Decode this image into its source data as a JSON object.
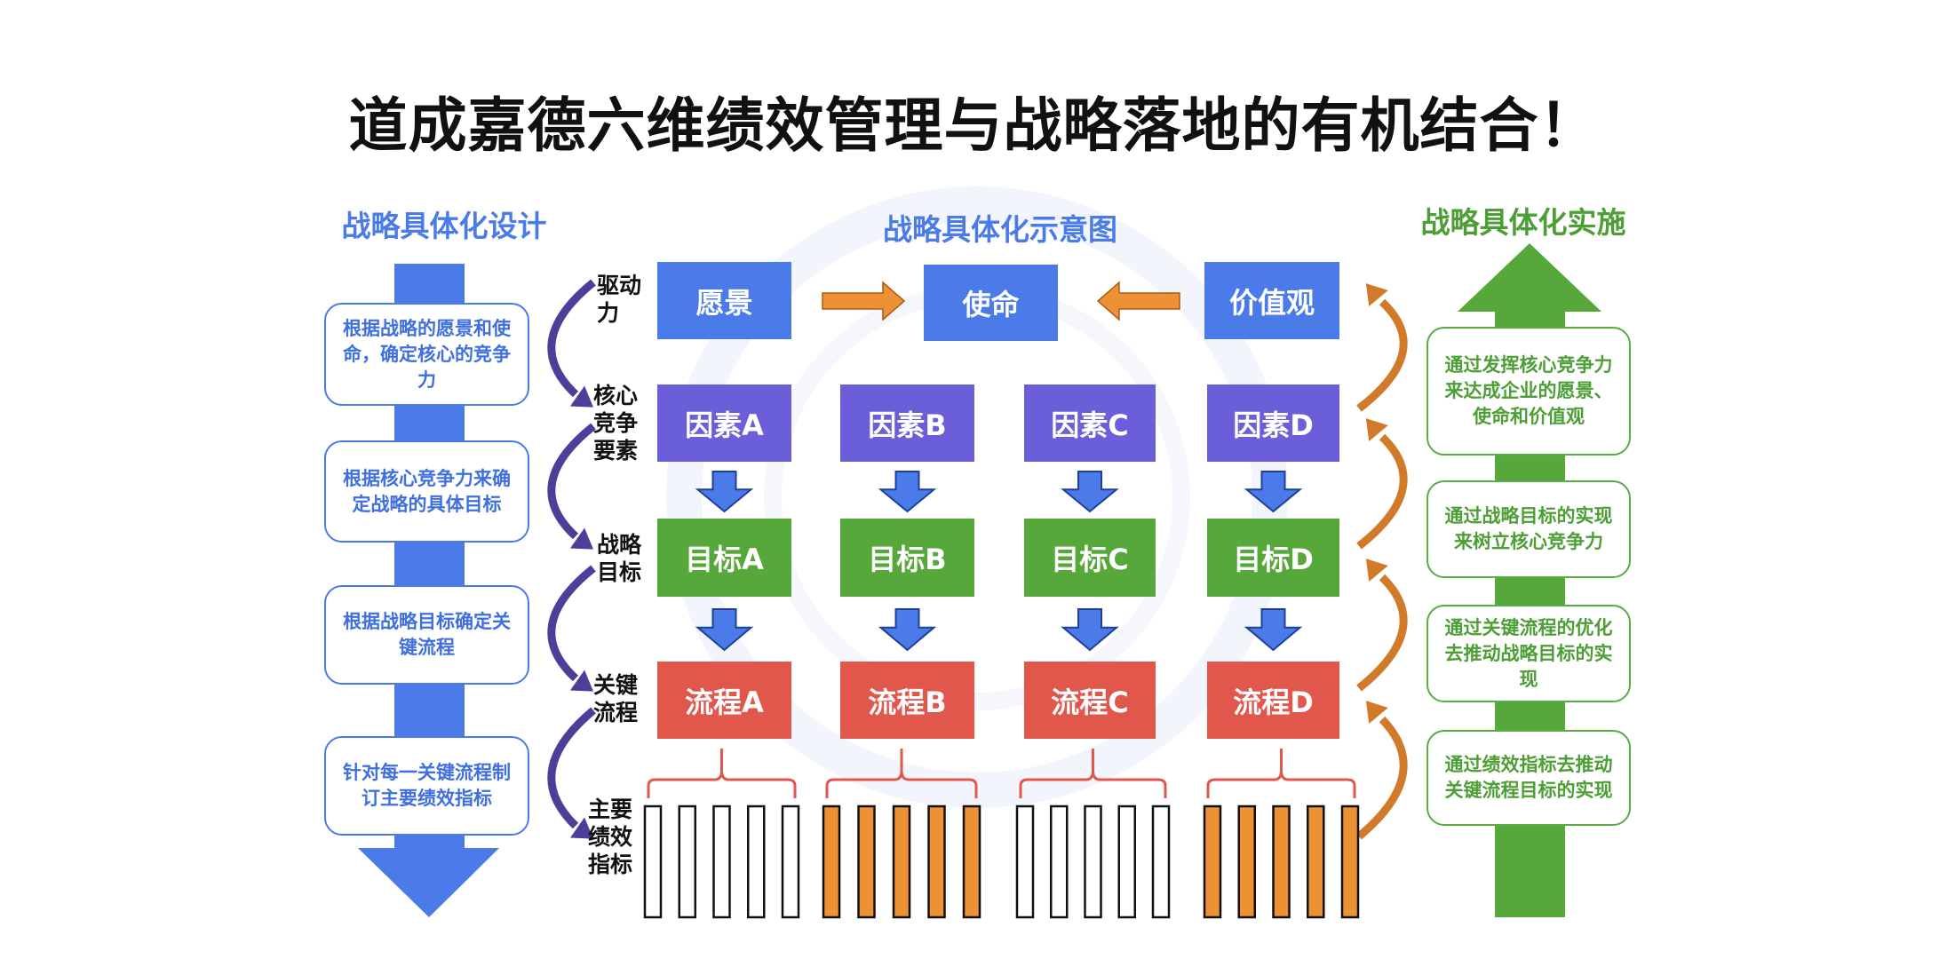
{
  "title": "道成嘉德六维绩效管理与战略落地的有机结合！",
  "headers": {
    "left": "战略具体化设计",
    "middle": "战略具体化示意图",
    "right": "战略具体化实施"
  },
  "left_steps": [
    "根据战略的愿景和使命，确定核心的竞争力",
    "根据核心竞争力来确定战略的具体目标",
    "根据战略目标确定关键流程",
    "针对每一关键流程制订主要绩效指标"
  ],
  "row_labels": [
    "驱动力",
    "核心竞争要素",
    "战略目标",
    "关键流程",
    "主要绩效指标"
  ],
  "drivers": [
    "愿景",
    "使命",
    "价值观"
  ],
  "factors": [
    "因素A",
    "因素B",
    "因素C",
    "因素D"
  ],
  "goals": [
    "目标A",
    "目标B",
    "目标C",
    "目标D"
  ],
  "processes": [
    "流程A",
    "流程B",
    "流程C",
    "流程D"
  ],
  "kpi_groups": [
    {
      "fill": "white",
      "bars": 5
    },
    {
      "fill": "orange",
      "bars": 5
    },
    {
      "fill": "white",
      "bars": 5
    },
    {
      "fill": "orange",
      "bars": 5
    }
  ],
  "right_steps": [
    "通过发挥核心竞争力来达成企业的愿景、使命和价值观",
    "通过战略目标的实现来树立核心竞争力",
    "通过关键流程的优化去推动战略目标的实现",
    "通过绩效指标去推动关键流程目标的实现"
  ],
  "colors": {
    "blue": "#4a7be8",
    "purple": "#6a5fd8",
    "green": "#56a83a",
    "red": "#e2574c",
    "orange": "#ec9134",
    "curve_arrow_left": "#4b3f9a",
    "curve_arrow_right": "#d07a2a"
  }
}
